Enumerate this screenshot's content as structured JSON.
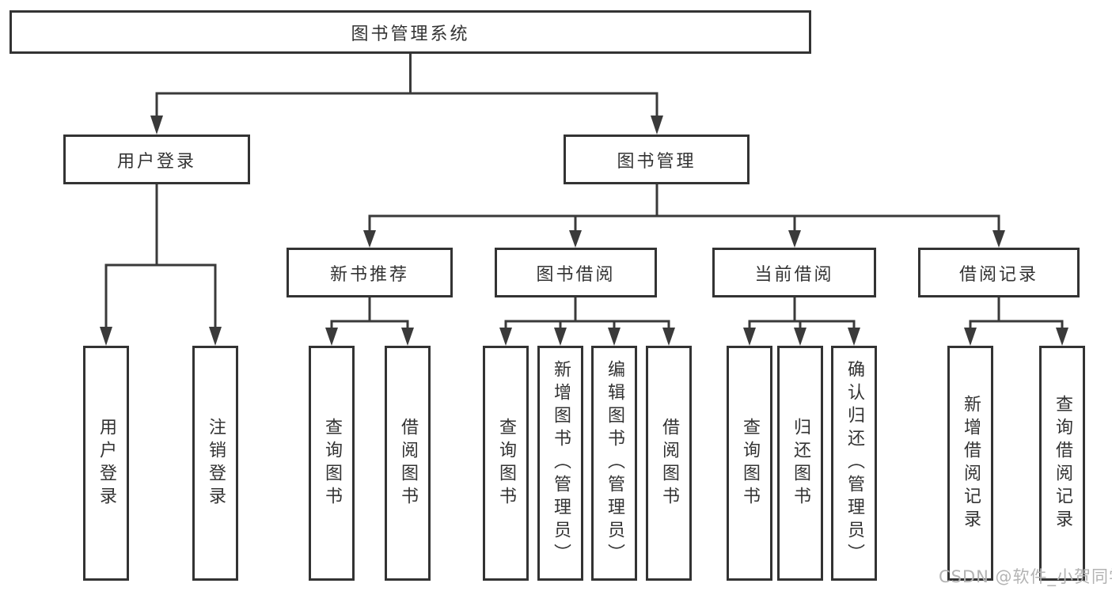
{
  "diagram": {
    "type": "hierarchy-tree",
    "nodes": {
      "root": {
        "label": "图书管理系统",
        "level": 1
      },
      "user_login": {
        "label": "用户登录",
        "level": 2,
        "parent": "root"
      },
      "book_mgmt": {
        "label": "图书管理",
        "level": 2,
        "parent": "root"
      },
      "new_book_rec": {
        "label": "新书推荐",
        "level": 3,
        "parent": "book_mgmt"
      },
      "book_borrow": {
        "label": "图书借阅",
        "level": 3,
        "parent": "book_mgmt"
      },
      "current_borrow": {
        "label": "当前借阅",
        "level": 3,
        "parent": "book_mgmt"
      },
      "borrow_records": {
        "label": "借阅记录",
        "level": 3,
        "parent": "book_mgmt"
      },
      "login": {
        "label": "用户登录",
        "level": 4,
        "parent": "user_login"
      },
      "logout": {
        "label": "注销登录",
        "level": 4,
        "parent": "user_login"
      },
      "rec_query_book": {
        "label": "查询图书",
        "level": 4,
        "parent": "new_book_rec"
      },
      "rec_borrow_book": {
        "label": "借阅图书",
        "level": 4,
        "parent": "new_book_rec"
      },
      "bb_query_book": {
        "label": "查询图书",
        "level": 4,
        "parent": "book_borrow"
      },
      "bb_add_book": {
        "label": "新增图书（管理员）",
        "level": 4,
        "parent": "book_borrow"
      },
      "bb_edit_book": {
        "label": "编辑图书（管理员）",
        "level": 4,
        "parent": "book_borrow"
      },
      "bb_borrow_book": {
        "label": "借阅图书",
        "level": 4,
        "parent": "book_borrow"
      },
      "cb_query_book": {
        "label": "查询图书",
        "level": 4,
        "parent": "current_borrow"
      },
      "cb_return_book": {
        "label": "归还图书",
        "level": 4,
        "parent": "current_borrow"
      },
      "cb_confirm_return": {
        "label": "确认归还（管理员）",
        "level": 4,
        "parent": "current_borrow"
      },
      "br_add_record": {
        "label": "新增借阅记录",
        "level": 4,
        "parent": "borrow_records"
      },
      "br_query_record": {
        "label": "查询借阅记录",
        "level": 4,
        "parent": "borrow_records"
      }
    },
    "colors": {
      "line": "#3a3a3a",
      "box_border": "#333333",
      "text": "#333333",
      "background": "#ffffff",
      "watermark": "#b3b3b3"
    }
  },
  "watermark": {
    "text": "CSDN @软件_小贺同学"
  }
}
